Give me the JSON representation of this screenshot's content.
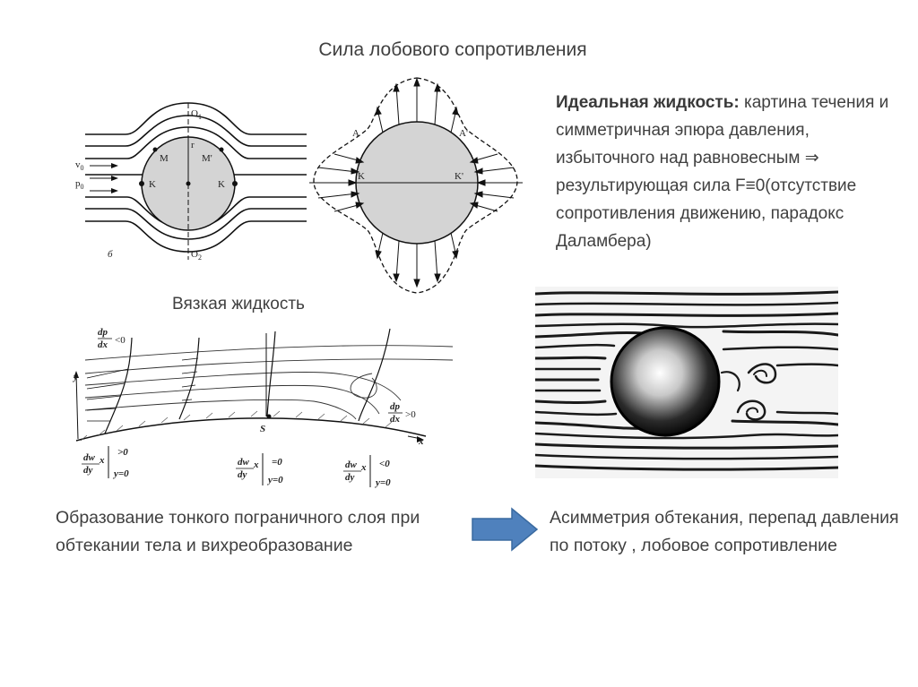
{
  "title": "Сила лобового сопротивления",
  "ideal": {
    "heading": "Идеальная жидкость:",
    "text_1": " картина течения и симметричная эпюра давления, избыточного над равновесным ",
    "implies_symbol": "⇒",
    "text_2": " результирующая сила F",
    "equiv_symbol": "≡",
    "text_3": "0(отсутствие сопротивления движению, парадокс Даламбера)"
  },
  "viscous_title": "Вязкая жидкость",
  "boundary_caption": "Образование тонкого пограничного слоя при обтекании тела и вихреобразование",
  "asymmetry_caption": "Асимметрия обтекания, перепад давления по потоку , лобовое сопротивление",
  "colors": {
    "arrow_fill": "#4f81bd",
    "arrow_stroke": "#3a6aa0",
    "text": "#404040",
    "body_fill": "#d4d4d4"
  },
  "fig_cylinder": {
    "v0": "v",
    "v0_sub": "0",
    "p0": "p",
    "p0_sub": "0",
    "o1": "O",
    "o1_sub": "1",
    "o2": "O",
    "o2_sub": "2",
    "r": "r",
    "m": "M",
    "m_prime": "M'",
    "k": "K",
    "k_right": "K",
    "b": "б"
  },
  "fig_pressure": {
    "a": "A",
    "a_prime": "A'",
    "k": "K",
    "k_prime": "K'"
  },
  "fig_boundary": {
    "dp_num": "dp",
    "dp_den": "dx",
    "cond_neg": "<0",
    "cond_pos": ">0",
    "y_axis": "y",
    "x_axis": "x",
    "s_point": "S",
    "dw_num": "dw",
    "dw_sub": "x",
    "dw_den": "dy",
    "cond1": ">0",
    "cond2": "=0",
    "cond3": "<0",
    "y0": "y=0"
  }
}
